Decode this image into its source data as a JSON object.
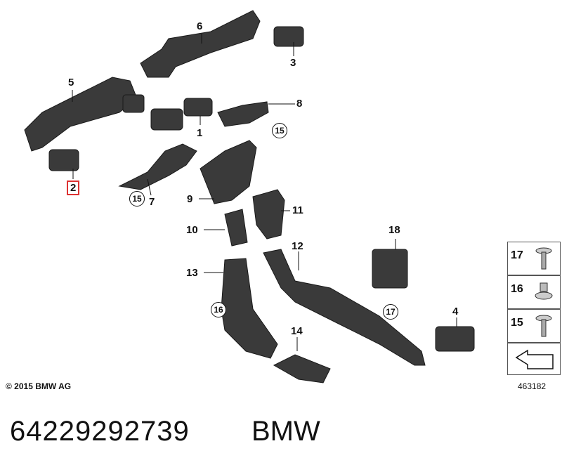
{
  "callouts": [
    "1",
    "2",
    "3",
    "4",
    "5",
    "6",
    "7",
    "8",
    "9",
    "10",
    "11",
    "12",
    "13",
    "14",
    "18"
  ],
  "circled": [
    "15",
    "15",
    "16",
    "17"
  ],
  "legend": [
    "17",
    "16",
    "15"
  ],
  "copyright": "© 2015 BMW AG",
  "drawing_id": "463182",
  "part_number": "64229292739",
  "brand": "BMW"
}
